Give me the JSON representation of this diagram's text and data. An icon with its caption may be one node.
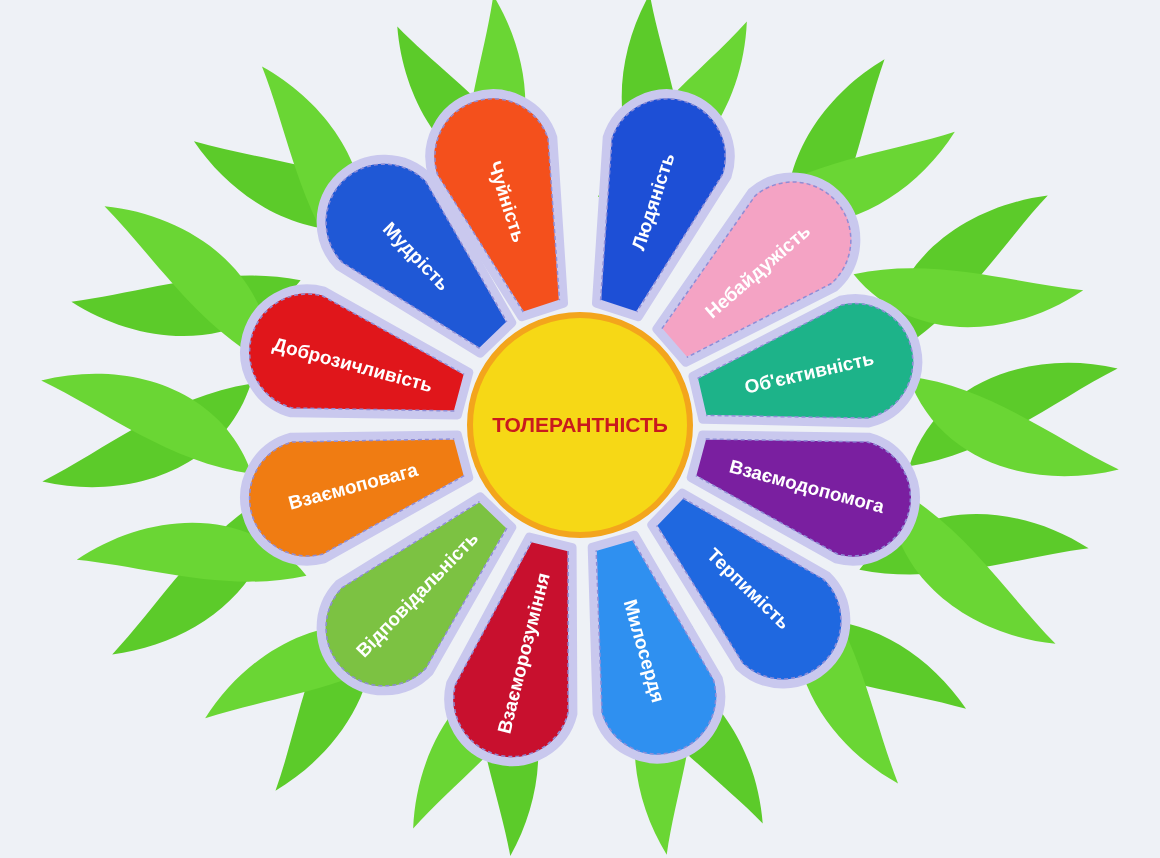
{
  "diagram": {
    "nodes": [
      {
        "text": [
          "ТОЛЕРАНТНІСТЬ"
        ]
      },
      {
        "text": [
          "Чуйність"
        ]
      },
      {
        "text": [
          "Людяність"
        ]
      },
      {
        "text": [
          "Небайдужість"
        ]
      },
      {
        "text": [
          "Об'єктивність"
        ]
      },
      {
        "text": [
          "Взаємодопомога"
        ]
      },
      {
        "text": [
          "Терпимість"
        ]
      },
      {
        "text": [
          "Милосердя"
        ]
      },
      {
        "text": [
          "Взаєморозуміння"
        ]
      },
      {
        "text": [
          "Відповідальність"
        ]
      },
      {
        "text": [
          "Взаємоповага"
        ]
      },
      {
        "text": [
          "Доброзичливість"
        ]
      },
      {
        "text": [
          "Мудрість"
        ]
      }
    ]
  }
}
